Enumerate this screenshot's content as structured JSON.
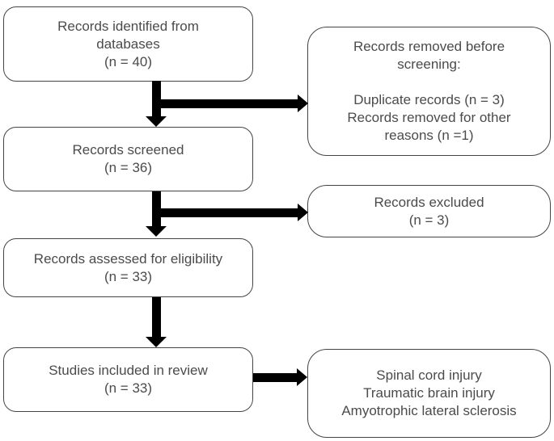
{
  "colors": {
    "background": "#ffffff",
    "box_border": "#454545",
    "text": "#4b4b4b",
    "arrow": "#000000"
  },
  "boxes": {
    "records_identified": {
      "lines": [
        "Records identified from",
        "databases",
        "(n = 40)"
      ]
    },
    "records_removed": {
      "lines": [
        "Records removed before",
        "screening:",
        "",
        "Duplicate records (n = 3)",
        "Records removed for other",
        "reasons (n =1)"
      ]
    },
    "records_screened": {
      "lines": [
        "Records screened",
        "(n = 36)"
      ]
    },
    "records_excluded": {
      "lines": [
        "Records excluded",
        "(n = 3)"
      ]
    },
    "records_assessed": {
      "lines": [
        "Records assessed for eligibility",
        "(n = 33)"
      ]
    },
    "studies_included": {
      "lines": [
        "Studies included in review",
        "(n = 33)"
      ]
    },
    "included_conditions": {
      "lines": [
        "Spinal cord injury",
        "Traumatic brain injury",
        "Amyotrophic lateral sclerosis"
      ]
    }
  }
}
